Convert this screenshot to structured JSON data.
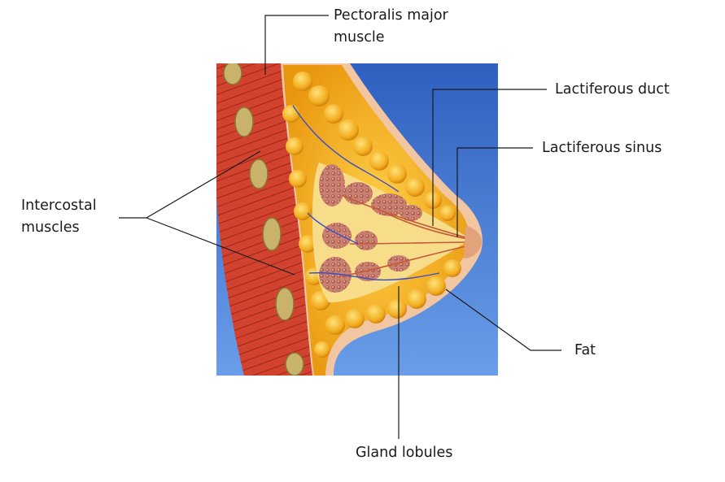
{
  "labels": {
    "pectoralis": {
      "line1": "Pectoralis major",
      "line2": "muscle"
    },
    "lactiferous_duct": "Lactiferous duct",
    "lactiferous_sinus": "Lactiferous sinus",
    "intercostal": {
      "line1": "Intercostal",
      "line2": "muscles"
    },
    "fat": "Fat",
    "gland_lobules": "Gland lobules"
  },
  "colors": {
    "background_top": "#2f5fc0",
    "background_bottom": "#6a9ee8",
    "muscle": "#c8382a",
    "muscle_light": "#e06a4a",
    "rib": "#c9b36a",
    "fat": "#f0a81c",
    "fat_light": "#ffd24a",
    "gland": "#c47a6a",
    "skin": "#f2c6a0",
    "leader_line": "#1a1a1a"
  }
}
